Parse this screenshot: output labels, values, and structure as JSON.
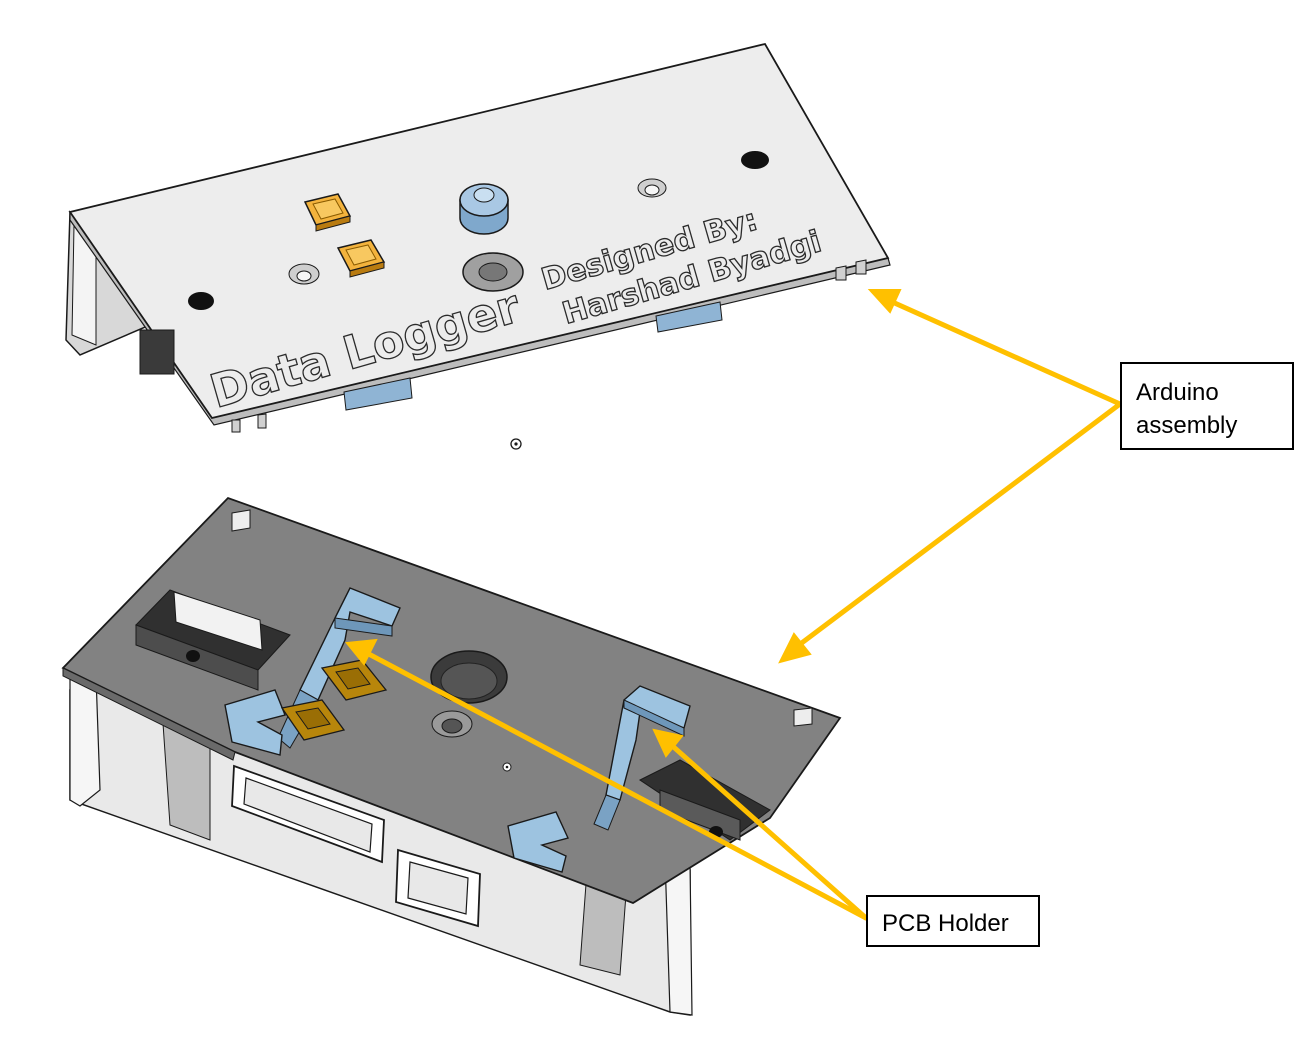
{
  "callouts": {
    "arduino_label": "Arduino\nassembly",
    "pcb_label": "PCB Holder"
  },
  "lid_engraving": {
    "title": "Data Logger",
    "credit_line1": "Designed By:",
    "credit_line2": "Harshad Byadgi"
  },
  "colors": {
    "arrow": "#ffc000",
    "lid_top": "#ededed",
    "base_plate": "#828282",
    "pcb_holder": "#9dc3e0",
    "button": "#f3b33d",
    "outline": "#1a1a1a"
  }
}
